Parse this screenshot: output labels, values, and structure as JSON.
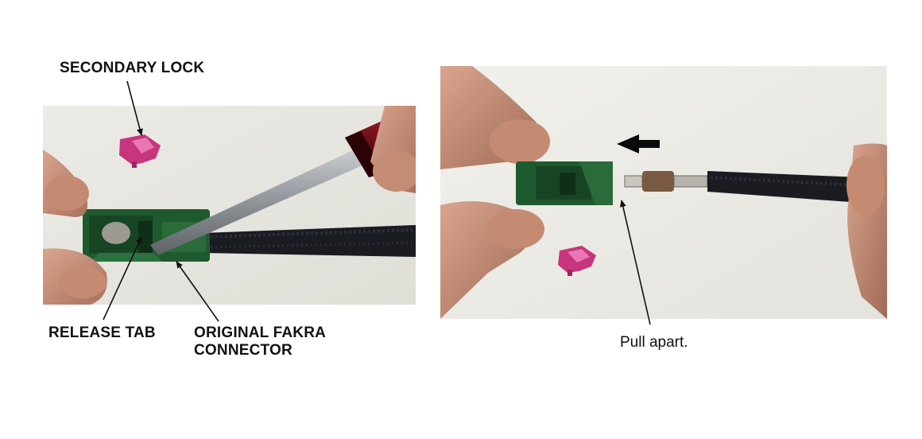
{
  "figure": {
    "left": {
      "labels": {
        "secondary_lock": "SECONDARY LOCK",
        "release_tab": "RELEASE TAB",
        "original_fakra_line1": "ORIGINAL FAKRA",
        "original_fakra_line2": "CONNECTOR"
      }
    },
    "right": {
      "caption": "Pull apart."
    }
  }
}
